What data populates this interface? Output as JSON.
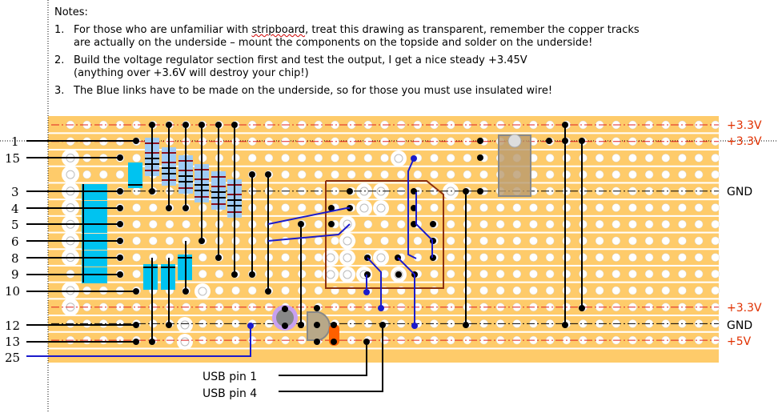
{
  "notes": {
    "title": "Notes:",
    "items": [
      {
        "num": "1.",
        "line1_pre": "For those who are unfamiliar with ",
        "line1_word": "stripboard",
        "line1_post": ", treat this drawing as transparent, remember the copper tracks",
        "line2": "are actually on the underside – mount the components on the topside and solder on the underside!"
      },
      {
        "num": "2.",
        "line1": "Build the voltage regulator section first and test the output, I get a nice steady +3.45V",
        "line2": "(anything over +3.6V will destroy your chip!)"
      },
      {
        "num": "3.",
        "line1": "The Blue links have to be made on the underside, so for those you must use insulated wire!"
      }
    ]
  },
  "pin_labels": [
    "1",
    "15",
    "3",
    "4",
    "5",
    "6",
    "8",
    "9",
    "10",
    "12",
    "13",
    "25"
  ],
  "rail_labels": [
    {
      "text": "+3.3V",
      "color": "#e03000"
    },
    {
      "text": "+3.3V",
      "color": "#e03000"
    },
    {
      "text": "GND",
      "color": "#000000"
    },
    {
      "text": "+3.3V",
      "color": "#e03000"
    },
    {
      "text": "GND",
      "color": "#000000"
    },
    {
      "text": "+5V",
      "color": "#e03000"
    }
  ],
  "usb_labels": [
    "USB pin 1",
    "USB pin 4"
  ],
  "colors": {
    "board": "#fecb6a",
    "strip_gap": "#ffffff",
    "capacitor": "#00c3f0",
    "resistor": "#9ecbf5",
    "link_underside": "#1a1acc",
    "chip_outline": "#8b3010",
    "rail_red": "#e02020"
  }
}
